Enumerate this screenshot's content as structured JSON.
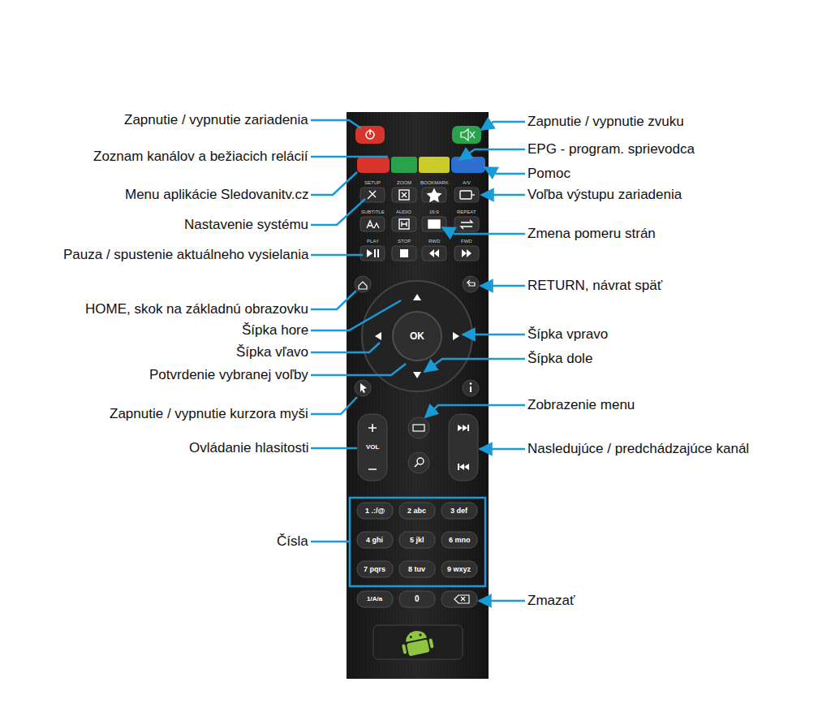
{
  "diagram": {
    "labels": [
      "Zapnutie / vypnutie zariadenia",
      "Zoznam kanálov a bežiacich relácií",
      "Menu aplikácie Sledovanitv.cz",
      "Nastavenie systému",
      "Pauza / spustenie aktuálneho vysielania",
      "HOME, skok na základnú obrazovku",
      "Šípka hore",
      "Šípka vľavo",
      "Potvrdenie vybranej voľby",
      "Zapnutie / vypnutie kurzora myši",
      "Ovládanie hlasitosti",
      "Čísla",
      "Zapnutie / vypnutie zvuku",
      "EPG - program. sprievodca",
      "Pomoc",
      "Voľba výstupu zariadenia",
      "Zmena pomeru strán",
      "RETURN, návrat späť",
      "Šípka vpravo",
      "Šípka dole",
      "Zobrazenie menu",
      "Nasledujúce / predchádzajúce kanál",
      "Zmazať",
      "SETUP",
      "ZOOM",
      "BOOKMARK",
      "A/V",
      "SUBTITLE",
      "AUDIO",
      "16:9",
      "REPEAT",
      "PLAY",
      "STOP",
      "RWD",
      "FWD",
      "OK",
      "VOL",
      "1 .:/@",
      "2 abc",
      "3 def",
      "4 ghi",
      "5 jkl",
      "6 mno",
      "7 pqrs",
      "8 tuv",
      "9 wxyz",
      "1/A/a",
      "0"
    ]
  }
}
